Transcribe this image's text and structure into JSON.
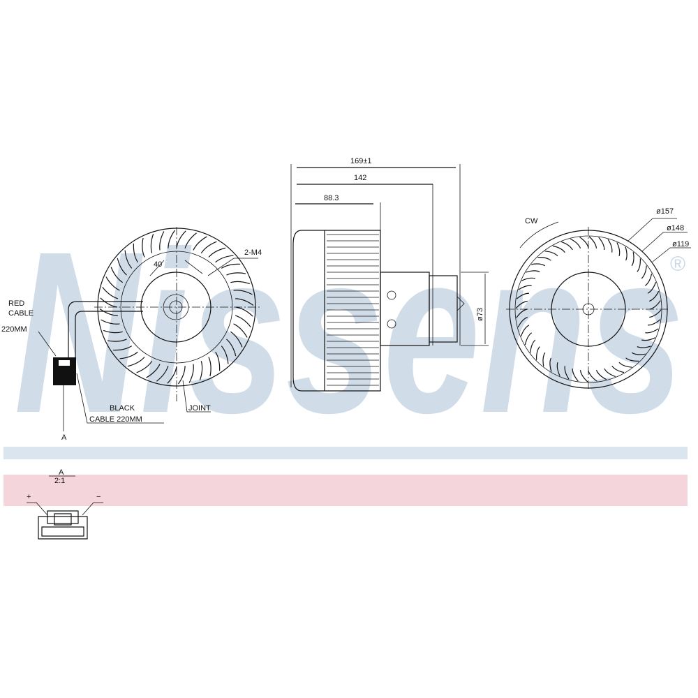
{
  "watermark": {
    "brand": "Nissens",
    "registered": "®",
    "color": "#c9d7e6"
  },
  "bands": {
    "blue": "#dbe5ef",
    "pink": "#f5d5dc"
  },
  "front_view": {
    "red_cable": [
      "RED",
      "CABLE",
      "220MM"
    ],
    "black_cable": [
      "BLACK",
      "CABLE  220MM"
    ],
    "joint": "JOINT",
    "screw": "2-M4",
    "angle": "40",
    "connector_ref": "A"
  },
  "side_view": {
    "dim_total": "169±1",
    "dim_142": "142",
    "dim_88": "88.3",
    "dia_73": "ø73"
  },
  "rear_view": {
    "rotation": "CW",
    "dia_157": "ø157",
    "dia_148": "ø148",
    "dia_119": "ø119"
  },
  "detail": {
    "ref": "A",
    "scale": "2:1",
    "plus": "+",
    "minus": "−"
  }
}
